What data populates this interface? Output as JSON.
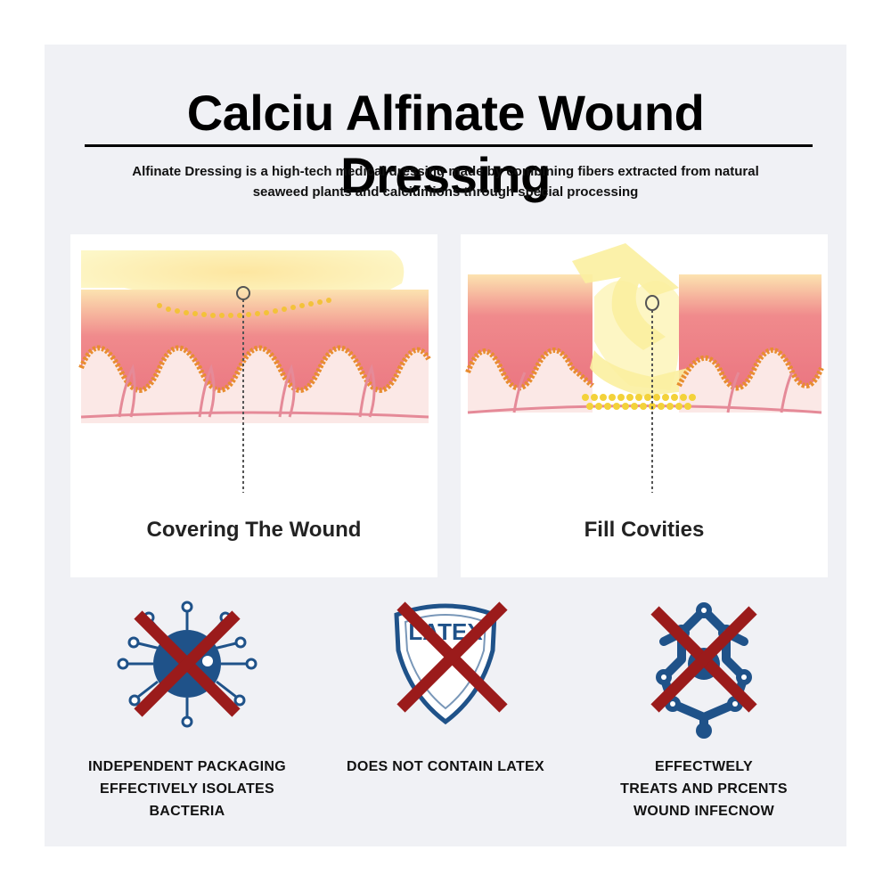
{
  "title": "Calciu Alfinate Wound Dressing",
  "subtitle": "Alfinate Dressing is a high-tech medical dressing made by combining fibers extracted from natural seaweed plants and calciumions through special processing",
  "panels": [
    {
      "caption": "Covering The Wound",
      "illustration": "wound-covering-illustration"
    },
    {
      "caption": "Fill Covities",
      "illustration": "cavity-filling-illustration"
    }
  ],
  "features": [
    {
      "text": "INDEPENDENT PACKAGING\nEFFECTIVELY ISOLATES\nBACTERIA",
      "icon": "bacteria-icon"
    },
    {
      "text": "DOES NOT CONTAIN LATEX",
      "icon": "latex-shield-icon",
      "icon_text": "LATEX"
    },
    {
      "text": "EFFECTWELY\nTREATS AND PRCENTS\nWOUND INFECNOW",
      "icon": "molecule-network-icon"
    }
  ],
  "colors": {
    "background": "#f0f1f5",
    "icon_blue": "#1f5289",
    "cross_red": "#9b1b1b",
    "skin_pink": "#e96f7f",
    "dressing_yellow": "#fbf3b8",
    "cell_orange": "#f0a040"
  }
}
